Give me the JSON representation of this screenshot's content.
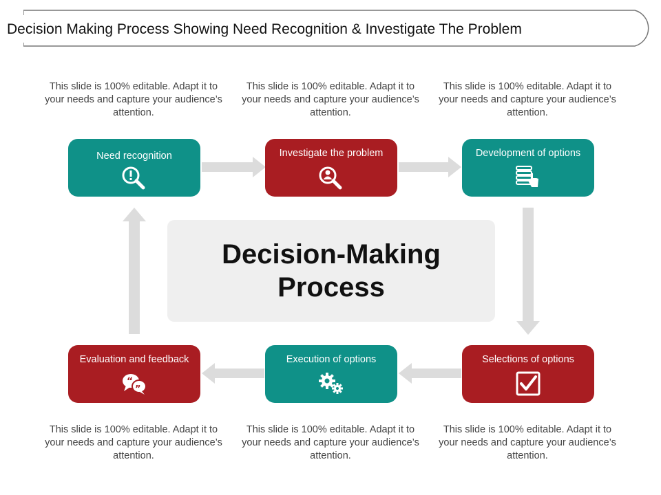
{
  "title": "Decision Making Process Showing Need Recognition & Investigate The Problem",
  "center_title": "Decision-Making Process",
  "description_text": "This slide is 100% editable. Adapt it to your needs and capture your audience’s attention.",
  "steps": [
    {
      "label": "Need recognition",
      "icon": "magnifier-exclamation-icon",
      "color": "#0f9188"
    },
    {
      "label": "Investigate  the problem",
      "icon": "magnifier-person-icon",
      "color": "#a91d22"
    },
    {
      "label": "Development of options",
      "icon": "hand-list-icon",
      "color": "#0f9188"
    },
    {
      "label": "Selections of options",
      "icon": "checkbox-icon",
      "color": "#a91d22"
    },
    {
      "label": "Execution of options",
      "icon": "gears-icon",
      "color": "#0f9188"
    },
    {
      "label": "Evaluation and feedback",
      "icon": "quote-bubbles-icon",
      "color": "#a91d22"
    }
  ],
  "colors": {
    "teal": "#0f9188",
    "red": "#a91d22",
    "arrow": "#dcdcdc",
    "panel": "#efefef"
  }
}
